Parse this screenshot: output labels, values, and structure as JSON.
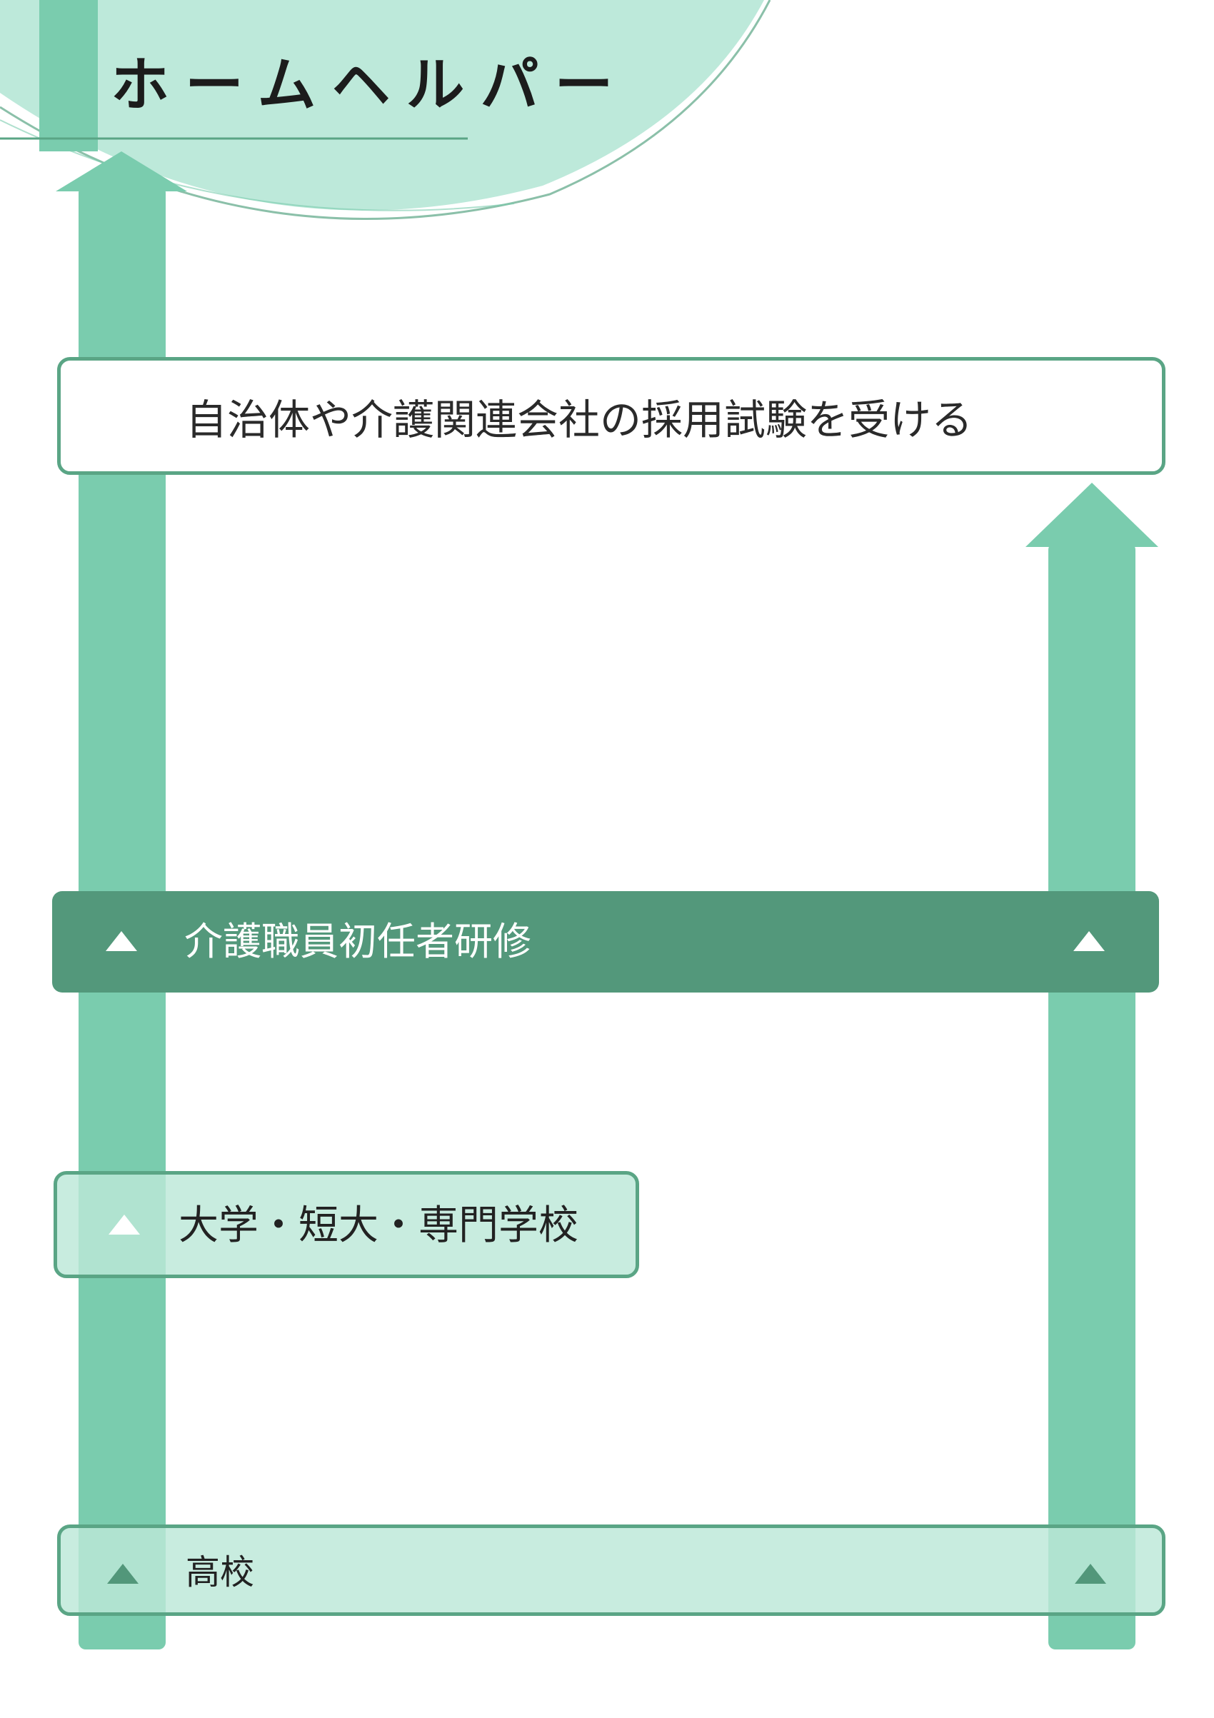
{
  "title": "ホームヘルパー",
  "steps": [
    {
      "label": "自治体や介護関連会社の採用試験を受ける"
    },
    {
      "label": "介護職員初任者研修"
    },
    {
      "label": "大学・短大・専門学校"
    },
    {
      "label": "高校"
    }
  ],
  "colors": {
    "arrow": "#7accae",
    "dark_box": "#53987b",
    "light_box": "#bce8d8",
    "border": "#5aa585",
    "title_circle": "#bde9da"
  }
}
